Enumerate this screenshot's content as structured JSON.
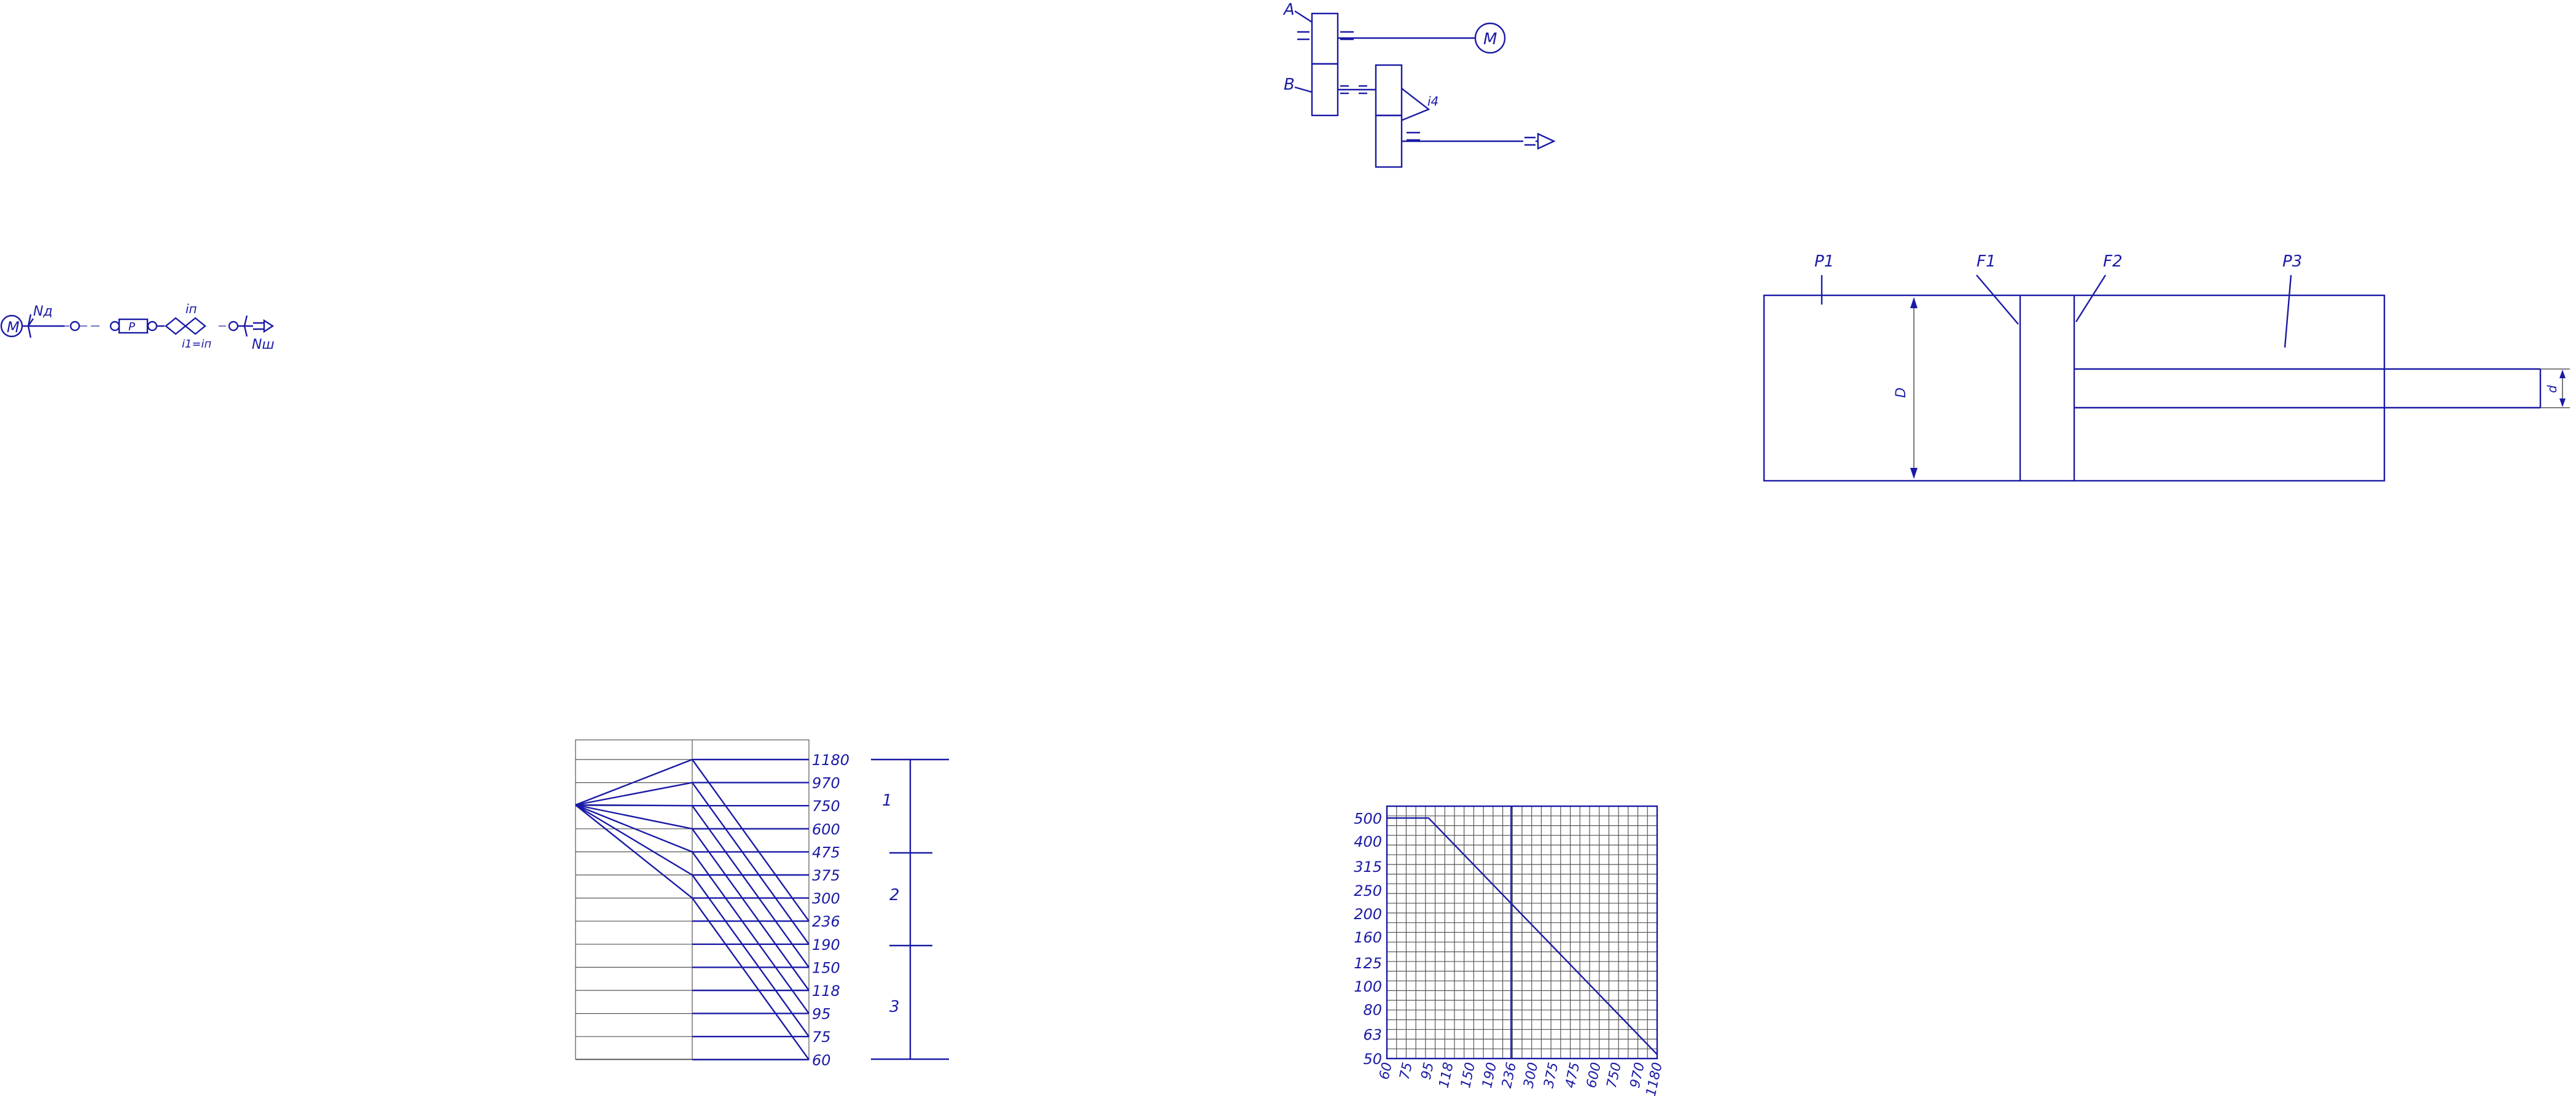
{
  "colors": {
    "line": "#1a1aa6",
    "grid": "#555555",
    "background": "#ffffff"
  },
  "kinematic": {
    "motor_label": "M",
    "power_in": "Nд",
    "mechanism_label": "P",
    "ratio_label": "iп",
    "ratio_eq": "i1=iп",
    "power_out": "Nш"
  },
  "gearbox": {
    "label_a": "A",
    "label_b": "B",
    "label_i": "i4",
    "motor_label": "M"
  },
  "cylinder": {
    "label_p1": "P1",
    "label_f1": "F1",
    "label_f2": "F2",
    "label_p3": "P3",
    "dim_big": "D",
    "dim_small": "d"
  },
  "speed_diagram": {
    "speeds": [
      "1180",
      "970",
      "750",
      "600",
      "475",
      "375",
      "300",
      "236",
      "190",
      "150",
      "118",
      "95",
      "75",
      "60"
    ],
    "groups": [
      "1",
      "2",
      "3"
    ]
  },
  "chart_data": {
    "type": "line",
    "title": "",
    "xlabel": "",
    "ylabel": "",
    "x_ticks": [
      "60",
      "75",
      "95",
      "118",
      "150",
      "190",
      "236",
      "300",
      "375",
      "475",
      "600",
      "750",
      "970",
      "1180"
    ],
    "y_ticks": [
      "50",
      "63",
      "80",
      "100",
      "125",
      "160",
      "200",
      "250",
      "315",
      "400",
      "500"
    ],
    "scale": "log",
    "xlim": [
      60,
      1180
    ],
    "ylim": [
      50,
      560
    ],
    "grid": true,
    "reference_x": 236,
    "series": [
      {
        "x": [
          60,
          95,
          1180
        ],
        "y": [
          500,
          500,
          52
        ]
      }
    ]
  }
}
